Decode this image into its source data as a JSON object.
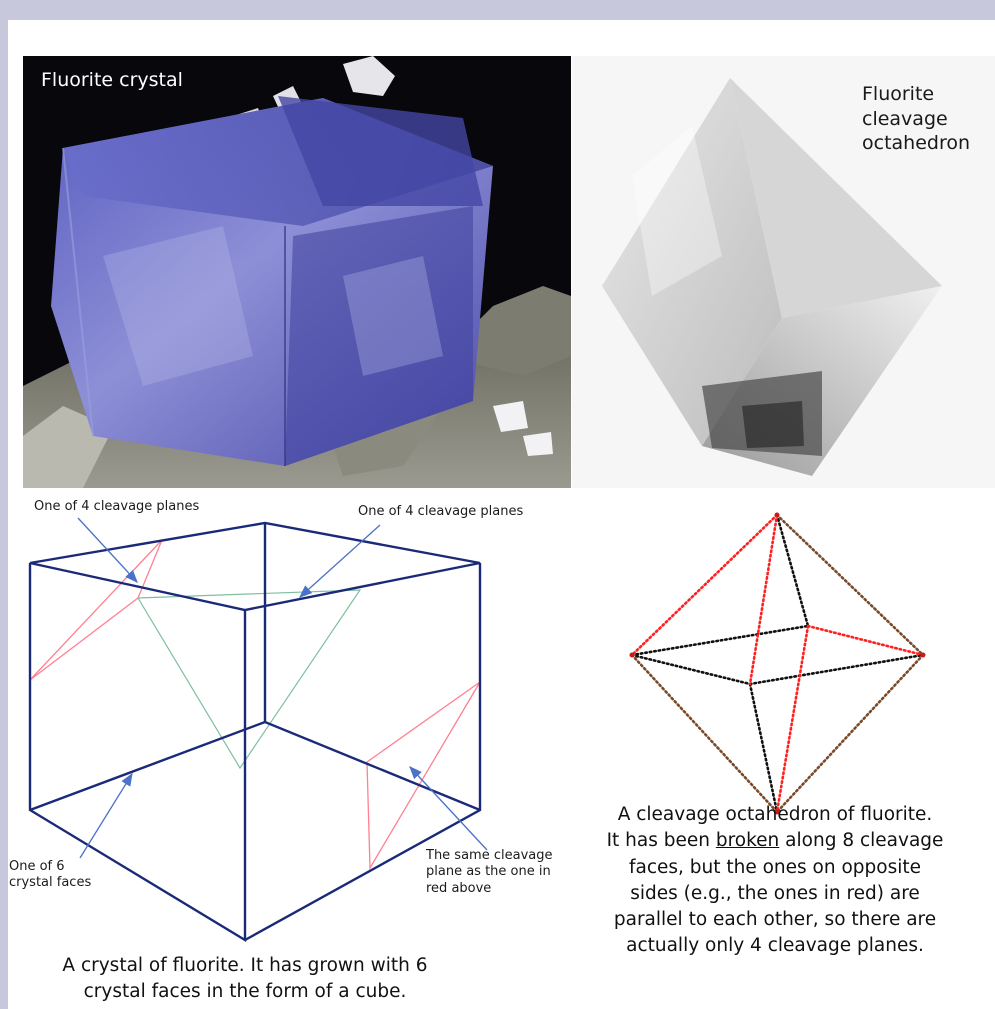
{
  "photos": {
    "fluorite_title": "Fluorite crystal",
    "octa_title_1": "Fluorite",
    "octa_title_2": "cleavage",
    "octa_title_3": "octahedron"
  },
  "cube_diagram": {
    "label_plane_left": "One of 4 cleavage planes",
    "label_plane_right": "One of 4 cleavage planes",
    "label_face_1": "One of 6",
    "label_face_2": "crystal faces",
    "label_same_1": "The same cleavage",
    "label_same_2": "plane as the one in",
    "label_same_3": "red above",
    "caption_1": "A crystal of fluorite.  It has grown with 6",
    "caption_2": "crystal faces in the form of a cube."
  },
  "octahedron_diagram": {
    "caption_1": "A cleavage octahedron of fluorite.",
    "caption_2a": "It has been ",
    "caption_2b": "broken",
    "caption_2c": " along 8 cleavage",
    "caption_3": "faces, but the ones on opposite",
    "caption_4": "sides (e.g., the ones in red) are",
    "caption_5": "parallel to each other, so there are",
    "caption_6": "actually only 4 cleavage planes."
  },
  "colors": {
    "cube_edges": "#1b2a78",
    "cleavage_red": "#ff8090",
    "cleavage_green": "#7fbf9f",
    "arrow_blue": "#4a72c8",
    "octa_red": "#ff2020",
    "octa_black": "#111111",
    "octa_brown": "#7a4a28",
    "background": "#c8c8dc"
  }
}
